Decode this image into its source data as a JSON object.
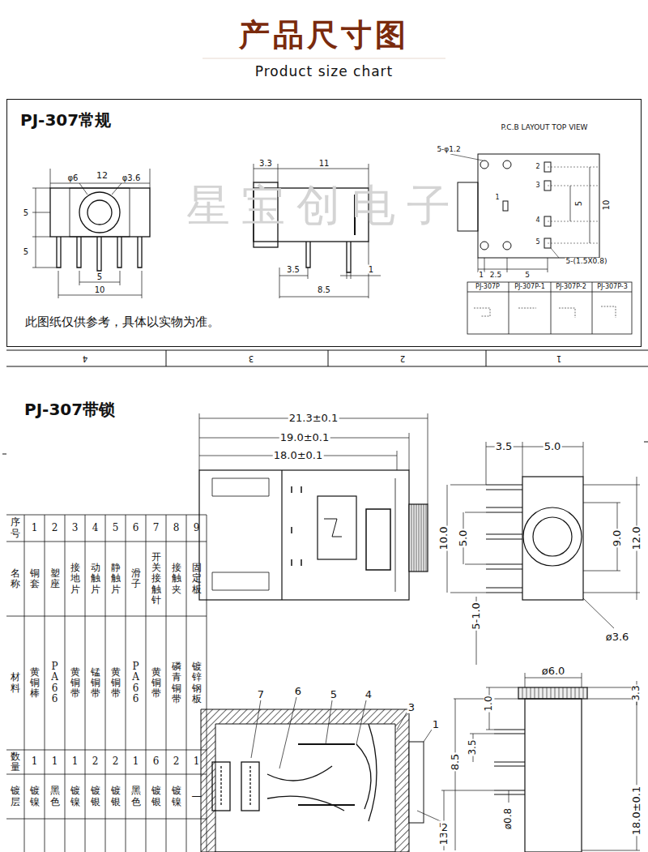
{
  "diagram": {
    "title": "产品尺寸图",
    "nodes": [
      {
        "text": [
          "PJ-307常规",
          "此图纸仅供参考，具体以实物为准。"
        ]
      },
      {
        "text": [
          "PJ-307带锁"
        ]
      }
    ],
    "labels": [
      "Product size chart",
      "φ6",
      "12",
      "φ3.6",
      "5",
      "5",
      "5",
      "10",
      "3.3",
      "11",
      "3.5",
      "1",
      "8.5",
      "P.C.B LAYOUT TOP VIEW",
      "5-φ1.2",
      "2",
      "3",
      "1",
      "4",
      "5",
      "10",
      "5",
      "1",
      "2.5",
      "5",
      "5-(1.5X0.8)",
      "PJ-307P",
      "PJ-307P-1",
      "PJ-307P-2",
      "PJ-307P-3",
      "星宝创电子",
      "4",
      "3",
      "2",
      "1",
      "21.3±0.1",
      "19.0±0.1",
      "18.0±0.1",
      "3.5",
      "5.0",
      "10.0",
      "5.0",
      "12.0",
      "9.0",
      "5-1.0",
      "ø3.6",
      "ø6.0",
      "3.3",
      "1.0",
      "3.5",
      "8.5",
      "ø0.8",
      "13.5",
      "18.0±0.1",
      "7",
      "6",
      "5",
      "4",
      "3",
      "1",
      "2",
      "序号",
      "名称",
      "材料",
      "数量",
      "镀层",
      "1",
      "铜套",
      "黄铜棒",
      "1",
      "镀镍",
      "2",
      "塑座",
      "PA66",
      "1",
      "黑色",
      "3",
      "接地片",
      "黄铜带",
      "1",
      "镀镍",
      "4",
      "动触片",
      "锰铜带",
      "2",
      "镀银",
      "5",
      "静触片",
      "黄铜带",
      "2",
      "镀银",
      "6",
      "滑子",
      "PA66",
      "1",
      "黑色",
      "7",
      "开关接触针",
      "黄铜带",
      "6",
      "镀银",
      "8",
      "接触夹",
      "磷青铜带",
      "2",
      "镀镍",
      "9",
      "固定板",
      "镀锌钢板",
      "1",
      "—"
    ]
  }
}
